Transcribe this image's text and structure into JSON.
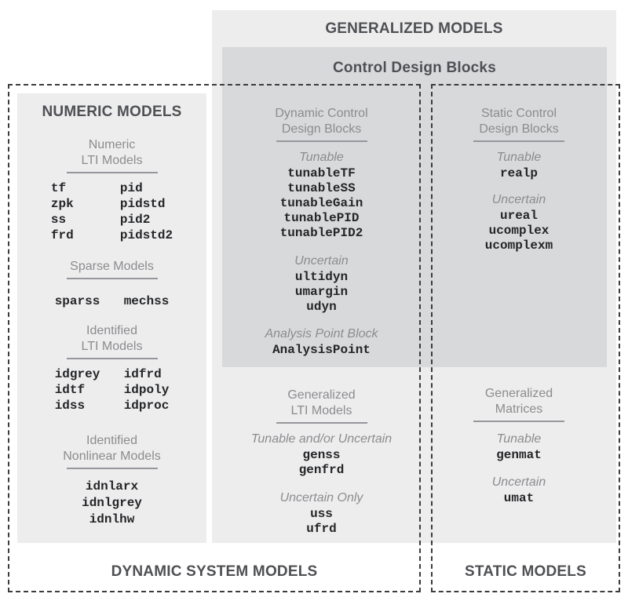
{
  "palette": {
    "panel_light": "#ededee",
    "panel_dark": "#d8d9db",
    "dash_border": "#3c3c3c",
    "title_text": "#4f5053",
    "muted_text": "#8b8c8e",
    "code_text": "#242527"
  },
  "generalized": {
    "title": "GENERALIZED MODELS"
  },
  "control_design": {
    "title": "Control Design Blocks"
  },
  "numeric": {
    "title": "NUMERIC MODELS",
    "numeric_lti": {
      "heading1": "Numeric",
      "heading2": "LTI Models",
      "col1": [
        "tf",
        "zpk",
        "ss",
        "frd"
      ],
      "col2": [
        "pid",
        "pidstd",
        "pid2",
        "pidstd2"
      ]
    },
    "sparse": {
      "heading1": "Sparse Models",
      "col1": [
        "sparss"
      ],
      "col2": [
        "mechss"
      ]
    },
    "identified_lti": {
      "heading1": "Identified",
      "heading2": "LTI Models",
      "col1": [
        "idgrey",
        "idtf",
        "idss"
      ],
      "col2": [
        "idfrd",
        "idpoly",
        "idproc"
      ]
    },
    "identified_nonlinear": {
      "heading1": "Identified",
      "heading2": "Nonlinear Models",
      "items": [
        "idnlarx",
        "idnlgrey",
        "idnlhw"
      ]
    }
  },
  "dynamic_cdb": {
    "heading1": "Dynamic Control",
    "heading2": "Design Blocks",
    "tunable": {
      "label": "Tunable",
      "items": [
        "tunableTF",
        "tunableSS",
        "tunableGain",
        "tunablePID",
        "tunablePID2"
      ]
    },
    "uncertain": {
      "label": "Uncertain",
      "items": [
        "ultidyn",
        "umargin",
        "udyn"
      ]
    },
    "analysis": {
      "label": "Analysis Point Block",
      "items": [
        "AnalysisPoint"
      ]
    }
  },
  "static_cdb": {
    "heading1": "Static Control",
    "heading2": "Design Blocks",
    "tunable": {
      "label": "Tunable",
      "items": [
        "realp"
      ]
    },
    "uncertain": {
      "label": "Uncertain",
      "items": [
        "ureal",
        "ucomplex",
        "ucomplexm"
      ]
    }
  },
  "generalized_lti": {
    "heading1": "Generalized",
    "heading2": "LTI Models",
    "tunable_uncertain": {
      "label": "Tunable and/or Uncertain",
      "items": [
        "genss",
        "genfrd"
      ]
    },
    "uncertain_only": {
      "label": "Uncertain Only",
      "items": [
        "uss",
        "ufrd"
      ]
    }
  },
  "generalized_matrices": {
    "heading1": "Generalized",
    "heading2": "Matrices",
    "tunable": {
      "label": "Tunable",
      "items": [
        "genmat"
      ]
    },
    "uncertain": {
      "label": "Uncertain",
      "items": [
        "umat"
      ]
    }
  },
  "footers": {
    "dynamic": "DYNAMIC SYSTEM MODELS",
    "static": "STATIC MODELS"
  }
}
